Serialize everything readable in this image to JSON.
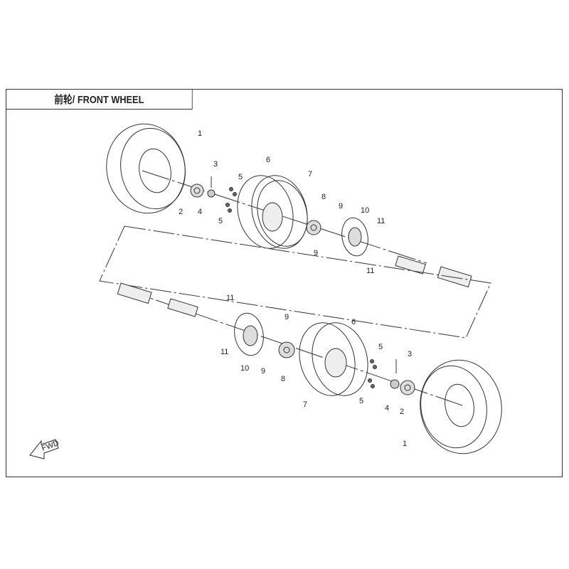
{
  "title": "前轮/ FRONT WHEEL",
  "fwd_label": "FWD",
  "callouts": [
    "1",
    "3",
    "2",
    "4",
    "5",
    "5",
    "6",
    "7",
    "8",
    "9",
    "9",
    "10",
    "11",
    "11",
    "11",
    "11",
    "9",
    "9",
    "10",
    "8",
    "6",
    "7",
    "5",
    "5",
    "3",
    "4",
    "2",
    "1"
  ]
}
